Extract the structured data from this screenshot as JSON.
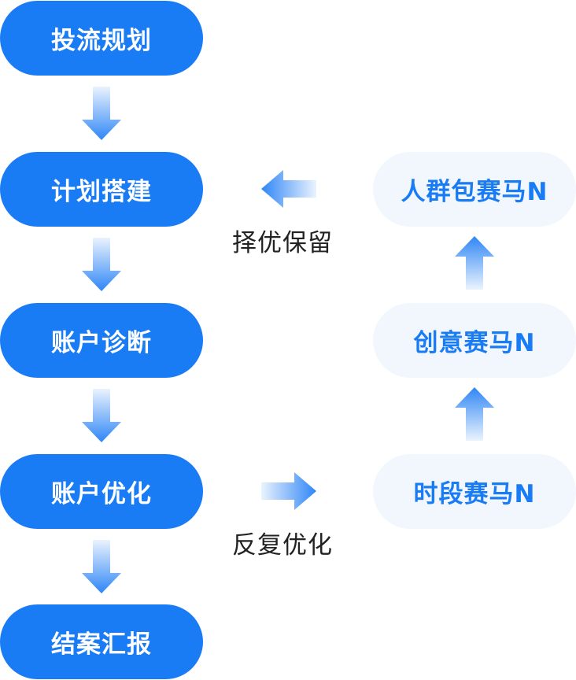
{
  "main_steps": [
    {
      "label": "投流规划"
    },
    {
      "label": "计划搭建"
    },
    {
      "label": "账户诊断"
    },
    {
      "label": "账户优化"
    },
    {
      "label": "结案汇报"
    }
  ],
  "side_steps": [
    {
      "label": "人群包赛马N"
    },
    {
      "label": "创意赛马N"
    },
    {
      "label": "时段赛马N"
    }
  ],
  "captions": {
    "keep": "择优保留",
    "iterate": "反复优化"
  },
  "colors": {
    "primary": "#1a7cf5",
    "side_bg": "#f2f7fe",
    "arrow_light": "#eaf3fe",
    "caption": "#222222"
  }
}
